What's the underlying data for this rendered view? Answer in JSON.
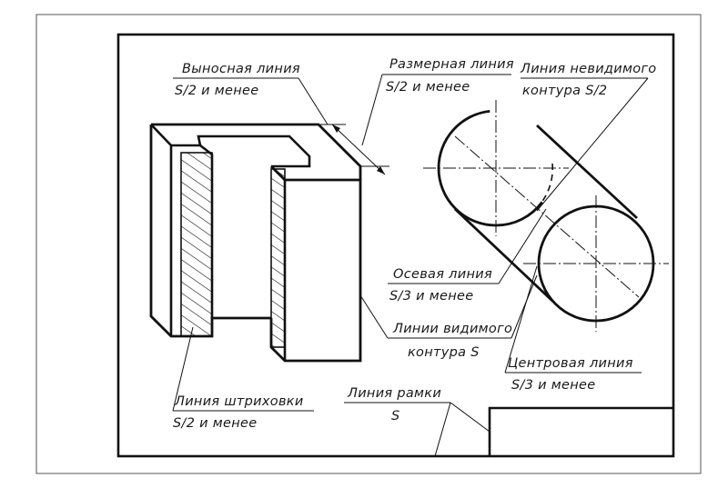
{
  "labels": {
    "extension_line": {
      "name": "Выносная линия",
      "thickness": "S/2 и менее"
    },
    "dimension_line": {
      "name": "Размерная линия",
      "thickness": "S/2 и менее"
    },
    "hidden_line": {
      "name_line1": "Линия невидимого",
      "name_line2": "контура S/2"
    },
    "axis_line": {
      "name": "Осевая линия",
      "thickness": "S/3 и менее"
    },
    "visible_line": {
      "name_line1": "Линии видимого",
      "name_line2": "контура S"
    },
    "center_line": {
      "name": "Центровая линия",
      "thickness": "S/3 и менее"
    },
    "hatch_line": {
      "name": "Линия штриховки",
      "thickness": "S/2 и менее"
    },
    "frame_line": {
      "name": "Линия рамки",
      "thickness": "S"
    }
  },
  "colors": {
    "ink": "#111111",
    "paper": "#ffffff"
  }
}
